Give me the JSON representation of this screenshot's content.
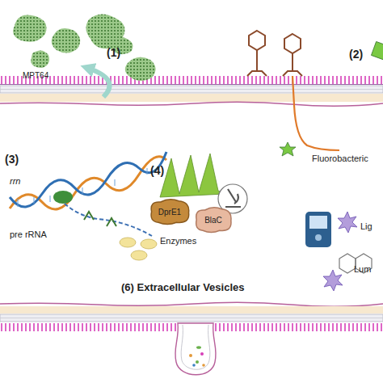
{
  "diagram": {
    "nodes": [
      {
        "text": [
          "DprE1"
        ]
      },
      {
        "text": [
          "BlaC"
        ]
      }
    ],
    "labels": [
      "(1)",
      "MPT64",
      "(2)",
      "Fluorobacteric",
      "(3)",
      "rrn",
      "pre rRNA",
      "(4)",
      "Enzymes",
      "Lig",
      "Lum",
      "(6) Extracellular Vesicles"
    ]
  }
}
